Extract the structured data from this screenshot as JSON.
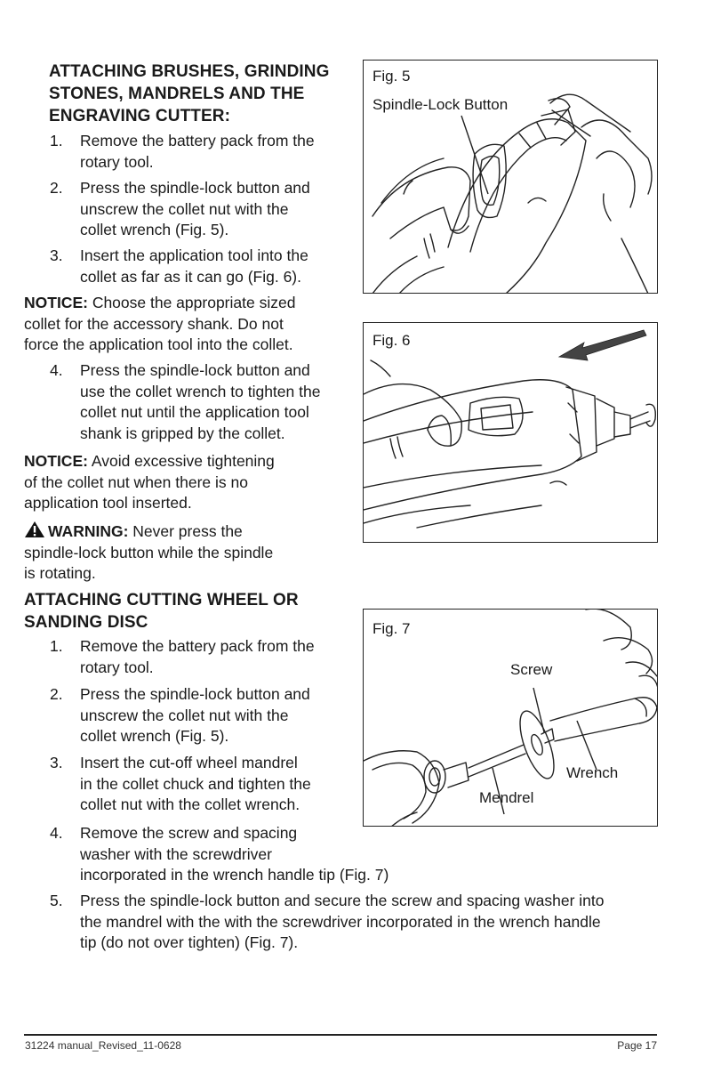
{
  "section1": {
    "heading_lines": [
      "ATTACHING BRUSHES, GRINDING",
      "STONES, MANDRELS AND THE",
      "ENGRAVING CUTTER:"
    ],
    "steps": [
      {
        "num": "1.",
        "lines": [
          "Remove the battery pack from the",
          "rotary tool."
        ]
      },
      {
        "num": "2.",
        "lines": [
          "Press the spindle-lock button and",
          "unscrew the collet nut with the",
          "collet wrench (Fig. 5)."
        ]
      },
      {
        "num": "3.",
        "lines": [
          "Insert the application tool into the",
          "collet as far as it can go (Fig. 6)."
        ]
      }
    ],
    "notice1": {
      "label": "NOTICE:",
      "lines": [
        " Choose the appropriate sized",
        "collet for the accessory shank. Do not",
        "force the application tool into the collet."
      ]
    },
    "step4": {
      "num": "4.",
      "lines": [
        "Press the spindle-lock button and",
        "use the collet wrench to tighten the",
        "collet nut until the application tool",
        "shank is gripped by the collet."
      ]
    },
    "notice2": {
      "label": "NOTICE:",
      "lines": [
        " Avoid excessive tightening",
        "of the collet nut when there is no",
        "application tool inserted."
      ]
    },
    "warning": {
      "label": "WARNING:",
      "lines": [
        " Never press the",
        "spindle-lock button while the spindle",
        "is rotating."
      ]
    }
  },
  "section2": {
    "heading_lines": [
      "ATTACHING CUTTING WHEEL OR",
      "SANDING DISC"
    ],
    "steps": [
      {
        "num": "1.",
        "lines": [
          "Remove the battery pack from the",
          "rotary tool."
        ]
      },
      {
        "num": "2.",
        "lines": [
          "Press the spindle-lock button and",
          "unscrew the collet nut with the",
          "collet wrench (Fig. 5)."
        ]
      },
      {
        "num": "3.",
        "lines": [
          "Insert the cut-off wheel mandrel",
          "in the collet chuck and tighten the",
          "collet nut with the collet wrench."
        ]
      },
      {
        "num": "4.",
        "lines": [
          "Remove the screw and spacing",
          "washer with the screwdriver",
          "incorporated in the wrench handle tip (Fig. 7)"
        ]
      },
      {
        "num": "5.",
        "lines": [
          "Press the spindle-lock button and secure the screw and spacing washer into",
          "the mandrel with the with the screwdriver incorporated in the wrench handle",
          "tip (do not over tighten) (Fig. 7)."
        ]
      }
    ]
  },
  "figures": {
    "fig5": {
      "label": "Fig. 5",
      "callout": "Spindle-Lock Button"
    },
    "fig6": {
      "label": "Fig. 6"
    },
    "fig7": {
      "label": "Fig. 7",
      "callouts": {
        "screw": "Screw",
        "wrench": "Wrench",
        "mandrel": "Mendrel"
      }
    }
  },
  "footer": {
    "left": "31224 manual_Revised_11-0628",
    "right": "Page 17"
  },
  "colors": {
    "text": "#1a1a1a",
    "line": "#222222"
  }
}
